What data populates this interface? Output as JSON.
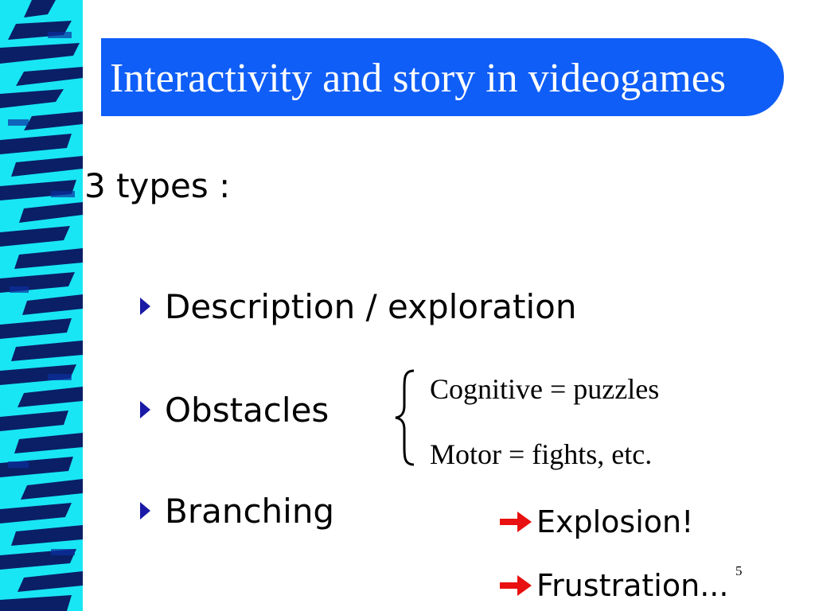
{
  "slide": {
    "title": "Interactivity and story in videogames",
    "heading": "3 types :",
    "bullets": [
      {
        "label": "Description / exploration"
      },
      {
        "label": "Obstacles"
      },
      {
        "label": "Branching"
      }
    ],
    "obstacle_types": [
      {
        "label": "Cognitive = puzzles"
      },
      {
        "label": "Motor = fights, etc."
      }
    ],
    "consequences": [
      {
        "label": "Explosion!"
      },
      {
        "label": "Frustration..."
      }
    ],
    "page_number": "5"
  },
  "colors": {
    "title_bar": "#0f5ef7",
    "title_text": "#ffffff",
    "bullet_marker": "#1a1aa6",
    "arrow": "#e81010",
    "strip_light": "#19e6f5",
    "strip_dark": "#0a1f66"
  },
  "icons": {
    "bullet": "triangle-right-icon",
    "result": "arrow-right-icon"
  }
}
